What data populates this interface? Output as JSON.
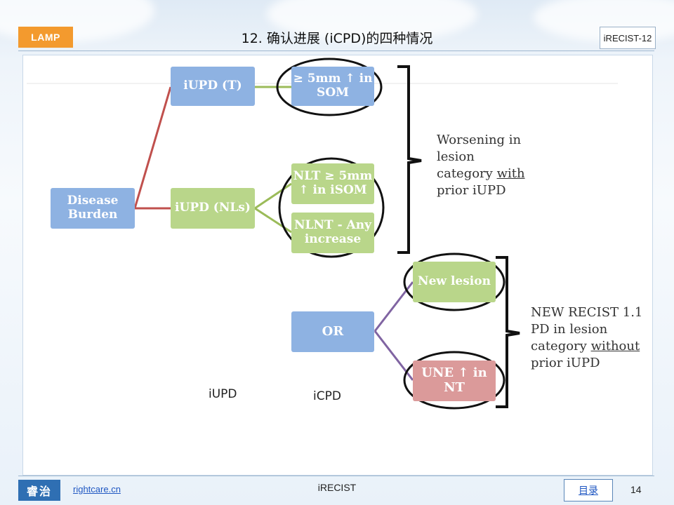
{
  "header": {
    "logo_text": "LAMP",
    "title": "12. 确认进展 (iCPD)的四种情况",
    "tag": "iRECIST-12"
  },
  "diagram": {
    "nodes": {
      "disease_burden": "Disease\nBurden",
      "iupd_t": "iUPD (T)",
      "iupd_nls": "iUPD (NLs)",
      "som": "≥ 5mm ↑ in\nSOM",
      "nlt": "NLT ≥ 5mm\n↑ in iSOM",
      "nlnt": "NLNT - Any\nincrease",
      "or": "OR",
      "new_lesion": "New lesion",
      "une": "UNE ↑ in\nNT"
    },
    "brace_top_text": {
      "line1": "Worsening  in",
      "line2": "lesion",
      "line3_a": "category ",
      "line3_b": "with",
      "line4": "prior iUPD"
    },
    "brace_bottom_text": {
      "line1": "NEW RECIST 1.1",
      "line2": "PD in lesion",
      "line3_a": "category ",
      "line3_b": "without",
      "line4": "prior iUPD"
    },
    "label_iupd": "iUPD",
    "label_icpd": "iCPD",
    "colors": {
      "blue": "#8eb2e2",
      "green": "#b9d68a",
      "pink": "#db9a9a",
      "red_line": "#c0504d",
      "green_line": "#9bbb59",
      "purple_line": "#8064a2"
    }
  },
  "footer": {
    "logo_text": "睿治",
    "link": "rightcare.cn",
    "center": "iRECIST",
    "toc": "目录",
    "page": "14"
  }
}
